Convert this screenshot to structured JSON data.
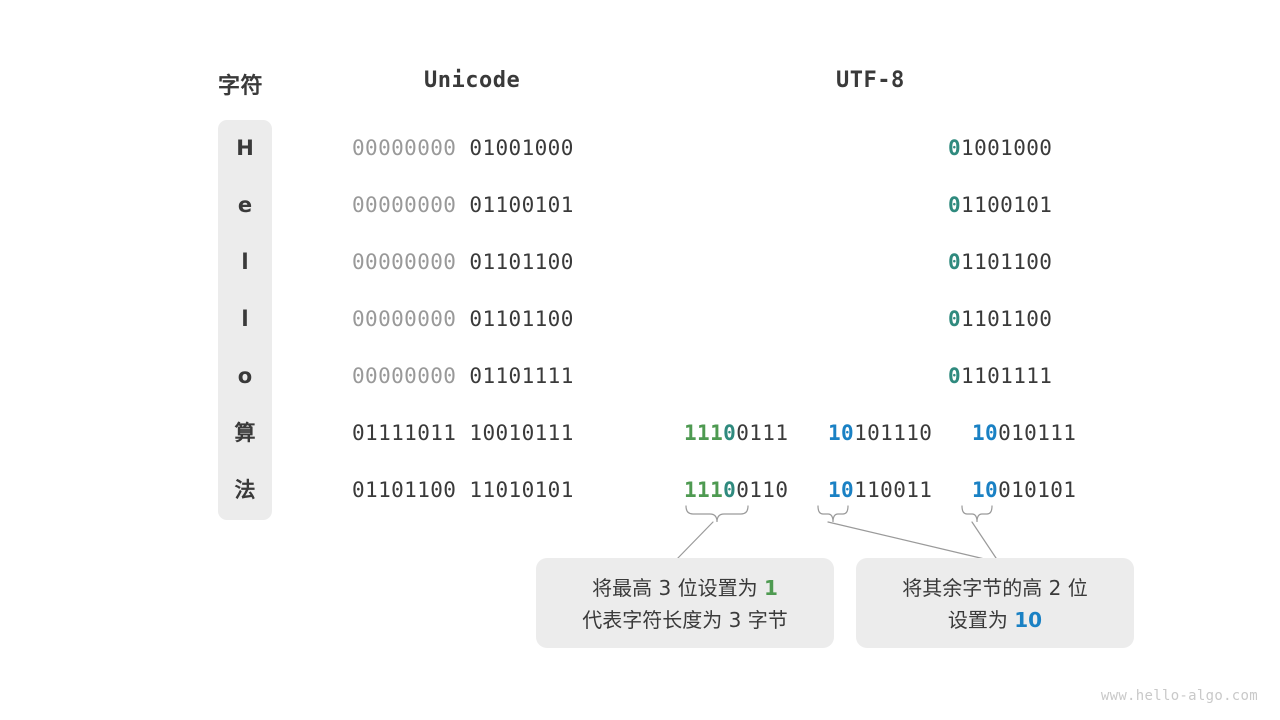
{
  "headers": {
    "character": "字符",
    "unicode": "Unicode",
    "utf8": "UTF-8"
  },
  "colors": {
    "green": "#4e9a51",
    "teal": "#2f8a7e",
    "blue": "#1a81c4",
    "dark": "#3a3a3a",
    "dim": "#999999",
    "panel": "#ececec",
    "background": "#ffffff",
    "watermark": "#c9c9c9"
  },
  "rows": [
    {
      "char": "H",
      "unicode": {
        "byte1": "00000000",
        "byte2": "01001000",
        "byte1_dim": true
      },
      "utf8": [
        {
          "prefix": "0",
          "prefix_color": "teal",
          "rest": "1001000"
        }
      ]
    },
    {
      "char": "e",
      "unicode": {
        "byte1": "00000000",
        "byte2": "01100101",
        "byte1_dim": true
      },
      "utf8": [
        {
          "prefix": "0",
          "prefix_color": "teal",
          "rest": "1100101"
        }
      ]
    },
    {
      "char": "l",
      "unicode": {
        "byte1": "00000000",
        "byte2": "01101100",
        "byte1_dim": true
      },
      "utf8": [
        {
          "prefix": "0",
          "prefix_color": "teal",
          "rest": "1101100"
        }
      ]
    },
    {
      "char": "l",
      "unicode": {
        "byte1": "00000000",
        "byte2": "01101100",
        "byte1_dim": true
      },
      "utf8": [
        {
          "prefix": "0",
          "prefix_color": "teal",
          "rest": "1101100"
        }
      ]
    },
    {
      "char": "o",
      "unicode": {
        "byte1": "00000000",
        "byte2": "01101111",
        "byte1_dim": true
      },
      "utf8": [
        {
          "prefix": "0",
          "prefix_color": "teal",
          "rest": "1101111"
        }
      ]
    },
    {
      "char": "算",
      "unicode": {
        "byte1": "01111011",
        "byte2": "10010111",
        "byte1_dim": false
      },
      "utf8": [
        {
          "prefix": "111",
          "prefix_color": "green",
          "prefix2": "0",
          "prefix2_color": "teal",
          "rest": "0111"
        },
        {
          "prefix": "10",
          "prefix_color": "blue",
          "rest": "101110"
        },
        {
          "prefix": "10",
          "prefix_color": "blue",
          "rest": "010111"
        }
      ]
    },
    {
      "char": "法",
      "unicode": {
        "byte1": "01101100",
        "byte2": "11010101",
        "byte1_dim": false
      },
      "utf8": [
        {
          "prefix": "111",
          "prefix_color": "green",
          "prefix2": "0",
          "prefix2_color": "teal",
          "rest": "0110"
        },
        {
          "prefix": "10",
          "prefix_color": "blue",
          "rest": "110011"
        },
        {
          "prefix": "10",
          "prefix_color": "blue",
          "rest": "010101"
        }
      ]
    }
  ],
  "callouts": [
    {
      "id": "length-prefix",
      "line1_pre": "将最高 3 位设置为 ",
      "line1_value": "1",
      "line1_value_color": "green",
      "line2": "代表字符长度为 3 字节"
    },
    {
      "id": "continuation-prefix",
      "line1": "将其余字节的高 2 位",
      "line2_pre": "设置为 ",
      "line2_value": "10",
      "line2_value_color": "blue"
    }
  ],
  "watermark": "www.hello-algo.com"
}
